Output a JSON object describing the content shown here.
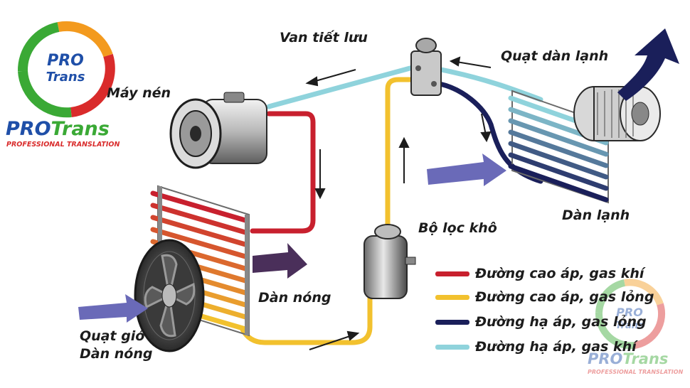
{
  "labels": {
    "throttle_valve": "Van tiết lưu",
    "compressor": "Máy nén",
    "evaporator_fan": "Quạt dàn lạnh",
    "evaporator": "Dàn lạnh",
    "drier": "Bộ lọc khô",
    "condenser": "Dàn nóng",
    "condenser_fan_line1": "Quạt gió",
    "condenser_fan_line2": "Dàn nóng"
  },
  "legend": [
    {
      "text": "Đường cao áp, gas khí",
      "color": "#c8202e"
    },
    {
      "text": "Đường cao áp, gas lỏng",
      "color": "#f2c12e"
    },
    {
      "text": "Đường hạ áp, gas lỏng",
      "color": "#1a1f5a"
    },
    {
      "text": "Đường hạ áp, gas khí",
      "color": "#8fd3dc"
    }
  ],
  "logo": {
    "badge_top": "PRO",
    "badge_bottom": "Trans",
    "wordmark_pro": "PRO",
    "wordmark_trans": "Trans",
    "tagline": "PROFESSIONAL TRANSLATION",
    "colors": {
      "green": "#3aa935",
      "orange": "#f39a1e",
      "red": "#d92b2b",
      "blue": "#1f4fa8"
    }
  },
  "colors": {
    "high_gas": "#c8202e",
    "high_liquid": "#f2c12e",
    "low_liquid": "#1a1f5a",
    "low_gas": "#8fd3dc",
    "airflow": "#6a6ab8"
  }
}
